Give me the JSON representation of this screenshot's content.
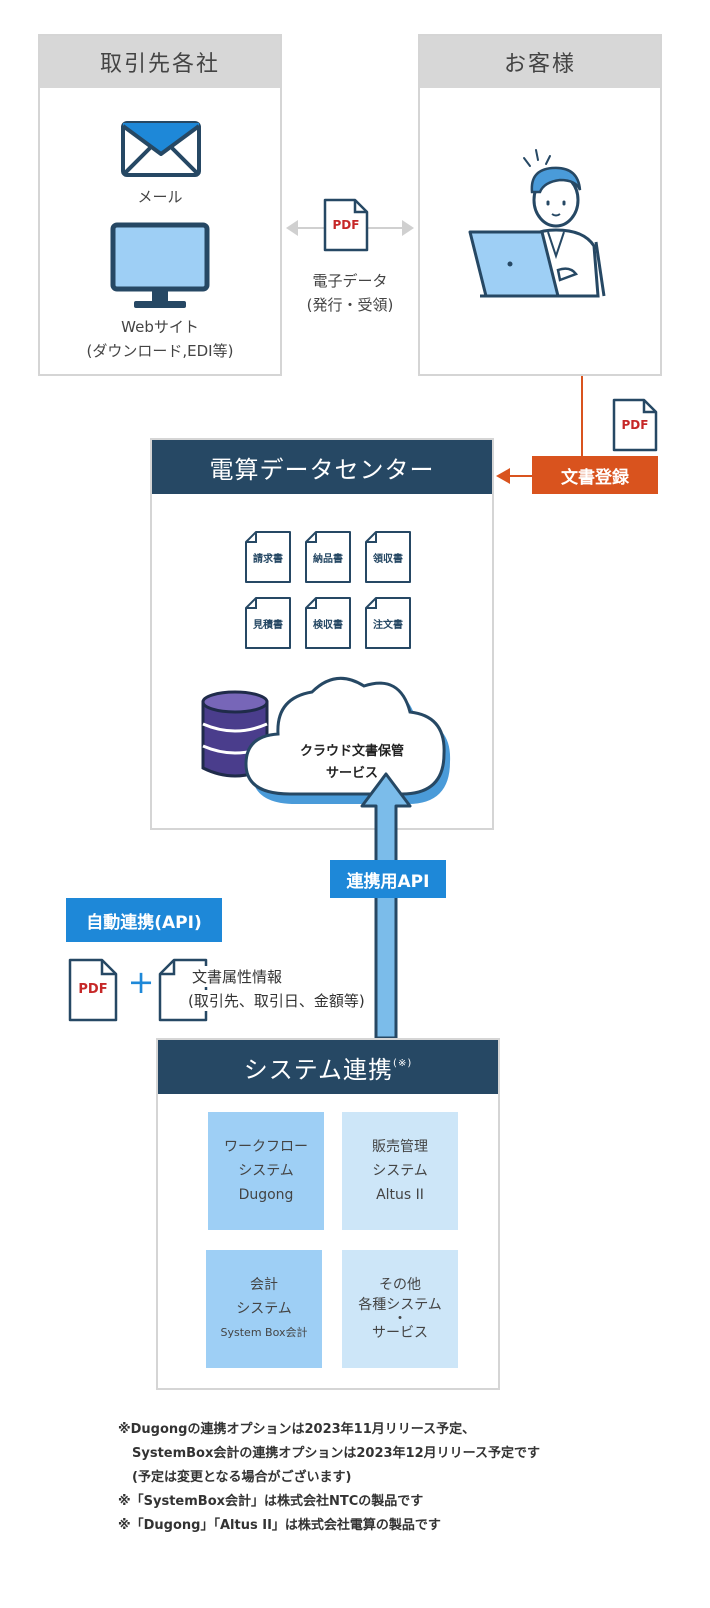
{
  "partners": {
    "title": "取引先各社",
    "mail_label": "メール",
    "web_label_1": "Webサイト",
    "web_label_2": "(ダウンロード,EDI等)"
  },
  "customer": {
    "title": "お客様"
  },
  "exchange": {
    "pdf_label": "PDF",
    "label_1": "電子データ",
    "label_2": "(発行・受領)"
  },
  "registration": {
    "pdf_label": "PDF",
    "label": "文書登録"
  },
  "datacenter": {
    "title": "電算データセンター",
    "documents": [
      "請求書",
      "納品書",
      "領収書",
      "見積書",
      "検収書",
      "注文書"
    ],
    "cloud_1": "クラウド文書保管",
    "cloud_2": "サービス"
  },
  "api": {
    "label": "連携用API"
  },
  "auto": {
    "label": "自動連携(API)",
    "pdf_label": "PDF",
    "plus": "+",
    "attr_1": "文書属性情報",
    "attr_2": "(取引先、取引日、金額等)"
  },
  "system": {
    "title": "システム連携",
    "title_note": "(※)",
    "boxes": [
      {
        "line1": "ワークフロー",
        "line2": "システム",
        "line3": "Dugong",
        "color": "#9ecff5"
      },
      {
        "line1": "販売管理",
        "line2": "システム",
        "line3": "Altus II",
        "color": "#cde6f8"
      },
      {
        "line1": "会計",
        "line2": "システム",
        "line3": "System Box会計",
        "color": "#9ecff5"
      },
      {
        "line1": "その他",
        "line2": "各種システム",
        "line3": "・",
        "line4": "サービス",
        "color": "#cde6f8"
      }
    ]
  },
  "notes": [
    "※Dugongの連携オプションは2023年11月リリース予定、",
    "SystemBox会計の連携オプションは2023年12月リリース予定です",
    "(予定は変更となる場合がございます)",
    "※「SystemBox会計」は株式会社NTCの製品です",
    "※「Dugong」「Altus II」は株式会社電算の製品です"
  ],
  "colors": {
    "navy": "#264864",
    "blue": "#1e88d8",
    "orange": "#d9531e",
    "arrow_blue": "#4a9bd9",
    "pdf_red": "#c62828"
  }
}
